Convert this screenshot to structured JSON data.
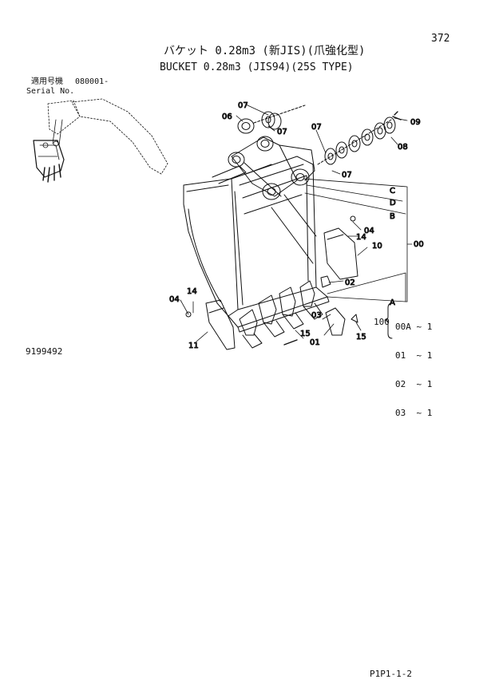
{
  "page": {
    "number": "372",
    "footer_code": "P1P1-1-2",
    "illustration_number": "9199492"
  },
  "title": {
    "jp": "バケット 0.28m3 (新JIS)(爪強化型)",
    "en": "BUCKET 0.28m3 (JIS94)(25S TYPE)"
  },
  "serial": {
    "label_jp": "適用号機",
    "value": "080001-",
    "label_en": "Serial No."
  },
  "quantity_table": {
    "prefix": "100",
    "rows": [
      "00A ~ 1",
      "01  ~ 1",
      "02  ~ 1",
      "03  ~ 1"
    ]
  },
  "callouts": {
    "p07_top": "07",
    "p06": "06",
    "p07_a": "07",
    "p07_b": "07",
    "p09": "09",
    "p08": "08",
    "p07_c": "07",
    "c": "C",
    "d": "D",
    "b": "B",
    "p04_r": "04",
    "p14_r": "14",
    "p10": "10",
    "p00": "00",
    "p02": "02",
    "a": "A",
    "p14_l": "14",
    "p04_l": "04",
    "p11": "11",
    "p03": "03",
    "p15_a": "15",
    "p01": "01",
    "p15_b": "15"
  }
}
